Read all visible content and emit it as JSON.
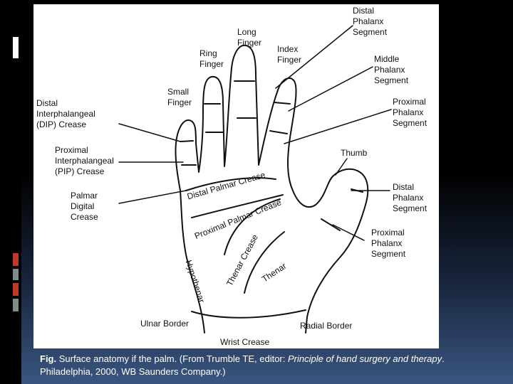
{
  "diagram": {
    "labels": {
      "distal_phalanx_segment_top": "Distal\nPhalanx\nSegment",
      "long_finger": "Long\nFinger",
      "ring_finger": "Ring\nFinger",
      "index_finger": "Index\nFinger",
      "middle_phalanx_segment": "Middle\nPhalanx\nSegment",
      "small_finger": "Small\nFinger",
      "dip_crease": "Distal\nInterphalangeal\n(DIP) Crease",
      "proximal_phalanx_segment_top": "Proximal\nPhalanx\nSegment",
      "thumb": "Thumb",
      "pip_crease": "Proximal\nInterphalangeal\n(PIP) Crease",
      "palmar_digital_crease": "Palmar\nDigital\nCrease",
      "distal_phalanx_segment_thumb": "Distal\nPhalanx\nSegment",
      "proximal_phalanx_segment_thumb": "Proximal\nPhalanx\nSegment",
      "distal_palmar_crease": "Distal Palmar Crease",
      "proximal_palmar_crease": "Proximal Palmar Crease",
      "thenar_crease": "Thenar Crease",
      "thenar": "Thenar",
      "hypothenar": "Hypothenar",
      "ulnar_border": "Ulnar Border",
      "radial_border": "Radial Border",
      "wrist_crease": "Wrist Crease"
    }
  },
  "caption": {
    "prefix": "Fig.",
    "text1": " Surface anatomy if the palm. (From Trumble TE, editor: ",
    "italic1": "Principle of hand surgery and therapy",
    "text2": ". Philadelphia, 2000, WB Saunders Company.)"
  }
}
